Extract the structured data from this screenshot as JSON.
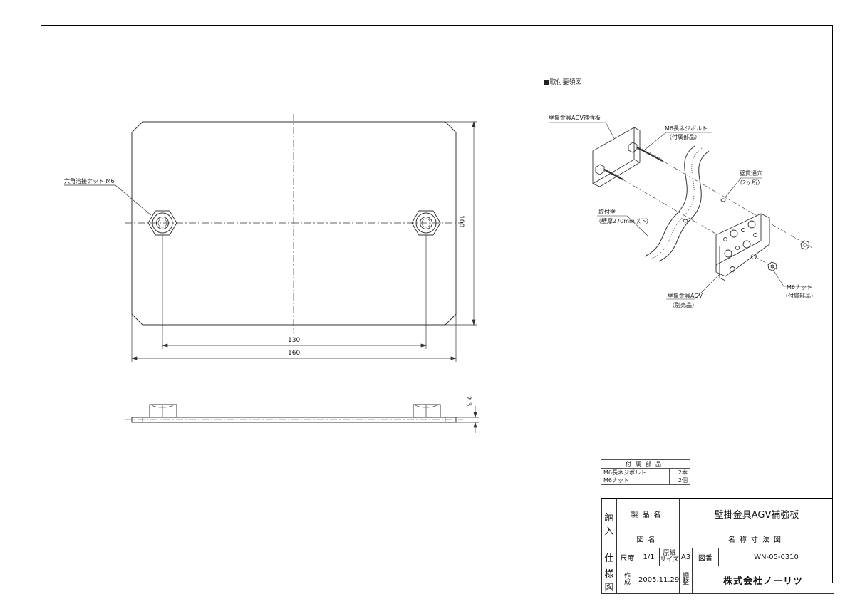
{
  "section_title": "■取付要領図",
  "plan_view": {
    "labels": {
      "weld_nut": "六角溶接ナット M6",
      "height_dim": "100",
      "pitch_dim": "130",
      "width_dim": "160"
    }
  },
  "side_view": {
    "labels": {
      "thickness_dim": "2.3"
    }
  },
  "assembly": {
    "labels": {
      "plate_name": "壁掛金具AGV補強板",
      "bolt_name": "M6長ネジボルト",
      "bolt_note": "（付属部品）",
      "hole_name": "壁貫通穴",
      "hole_note": "（2ヶ所）",
      "wall_name": "取付壁",
      "wall_note": "（壁厚270mm以下）",
      "bracket_name": "壁掛金具AGV",
      "bracket_note": "（別売品）",
      "nut_name": "M6ナット",
      "nut_note": "（付属部品）"
    }
  },
  "parts_table": {
    "header": "付属部品",
    "rows": [
      {
        "name": "M6長ネジボルト",
        "qty": "2本"
      },
      {
        "name": "M6ナット",
        "qty": "2個"
      }
    ]
  },
  "title_block": {
    "vertical_label": [
      "納",
      "入",
      "仕",
      "様",
      "図"
    ],
    "product_name_label": "製品名",
    "product_name": "壁掛金具AGV補強板",
    "drawing_name_label": "図名",
    "drawing_name": "名称寸法図",
    "scale_label": "尺度",
    "scale": "1/1",
    "paper_label_1": "原紙",
    "paper_label_2": "サイズ",
    "paper_size": "A3",
    "drawing_no_label": "図番",
    "drawing_no": "WN-05-0310",
    "created_label_1": "作",
    "created_label_2": "成",
    "created_date": "2005.11.29",
    "checked_label_1": "調",
    "checked_label_2": "整",
    "company": "株式会社ノーリツ"
  }
}
